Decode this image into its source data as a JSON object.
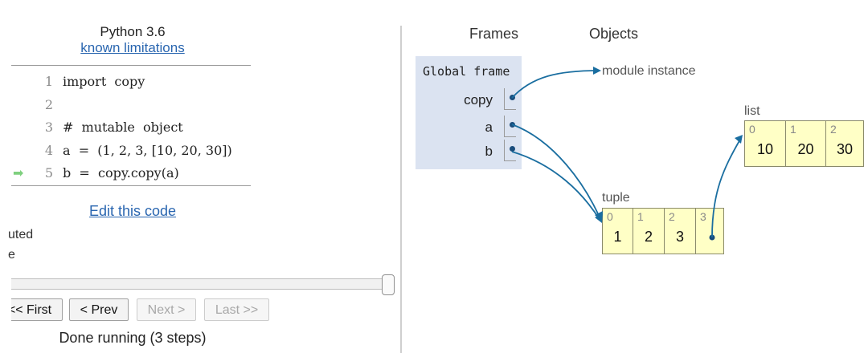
{
  "header": {
    "language": "Python 3.6",
    "limitations_link": "known limitations"
  },
  "code": {
    "current_line": 5,
    "lines": [
      {
        "num": "1",
        "text": "import  copy"
      },
      {
        "num": "2",
        "text": ""
      },
      {
        "num": "3",
        "text": "#  mutable  object"
      },
      {
        "num": "4",
        "text": "a  =  (1, 2, 3, [10, 20, 30])"
      },
      {
        "num": "5",
        "text": "b  =  copy.copy(a)"
      }
    ]
  },
  "edit_link": "Edit this code",
  "legend": {
    "executed": "uted",
    "next": "e"
  },
  "controls": {
    "first": "<< First",
    "prev": "< Prev",
    "next": "Next >",
    "last": "Last >>"
  },
  "status": "Done running (3 steps)",
  "viz": {
    "frames_header": "Frames",
    "objects_header": "Objects",
    "global_frame": "Global frame",
    "variables": [
      "copy",
      "a",
      "b"
    ],
    "module_instance": "module instance",
    "tuple": {
      "label": "tuple",
      "items": [
        {
          "idx": "0",
          "val": "1"
        },
        {
          "idx": "1",
          "val": "2"
        },
        {
          "idx": "2",
          "val": "3"
        },
        {
          "idx": "3",
          "val": ""
        }
      ]
    },
    "list": {
      "label": "list",
      "items": [
        {
          "idx": "0",
          "val": "10"
        },
        {
          "idx": "1",
          "val": "20"
        },
        {
          "idx": "2",
          "val": "30"
        }
      ]
    }
  },
  "colors": {
    "frame_bg": "#dbe3f1",
    "heap_cell": "#ffffc6",
    "pointer": "#1a6ea0",
    "link": "#2a66b0",
    "current_arrow": "#7fd07f"
  }
}
